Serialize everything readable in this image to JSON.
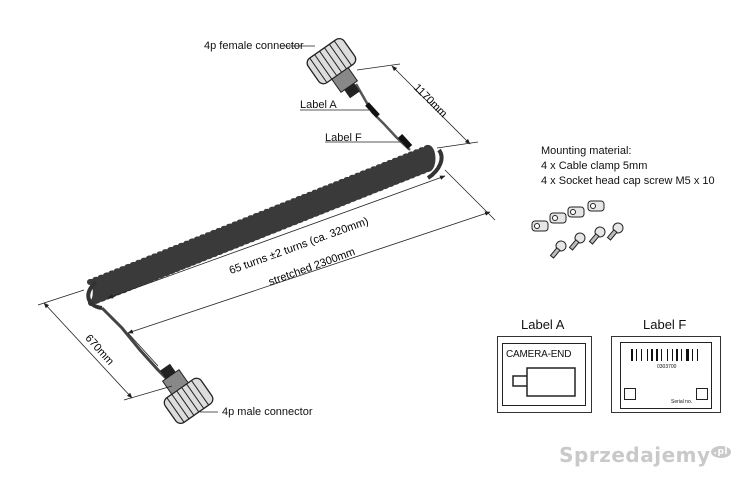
{
  "labels": {
    "female_connector": "4p female connector",
    "male_connector": "4p male connector",
    "label_a_pointer": "Label A",
    "label_f_pointer": "Label F",
    "dim_1170": "1170mm",
    "dim_670": "670mm",
    "turns": "65 turns ±2 turns (ca. 320mm)",
    "stretched": "stretched 2300mm"
  },
  "mounting": {
    "title": "Mounting material:",
    "line1": "4 x Cable clamp 5mm",
    "line2": "4 x Socket head cap screw M5 x 10"
  },
  "label_a_card": {
    "title": "Label A",
    "text": "CAMERA-END"
  },
  "label_f_card": {
    "title": "Label F",
    "number": "0303700",
    "serial": "Serial no."
  },
  "watermark": {
    "text": "Sprzedajemy",
    "suffix": ".pl"
  },
  "colors": {
    "coil": "#3a3a3a",
    "line": "#222222"
  },
  "icons": [
    "female-connector-icon",
    "male-connector-icon",
    "coiled-cable-icon",
    "clamp-icon",
    "screw-icon",
    "camera-icon",
    "barcode-icon"
  ]
}
